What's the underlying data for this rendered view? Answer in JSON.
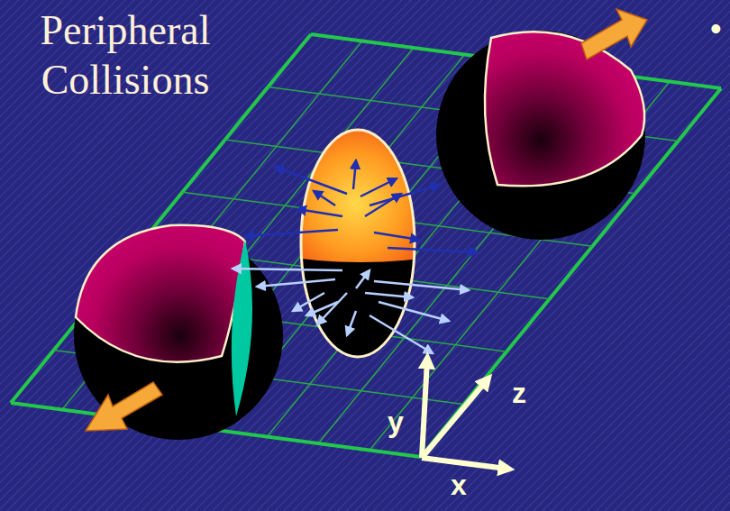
{
  "diagram": {
    "title": "Peripheral Collisions",
    "labels": [
      "y",
      "z",
      "x",
      "•"
    ]
  }
}
